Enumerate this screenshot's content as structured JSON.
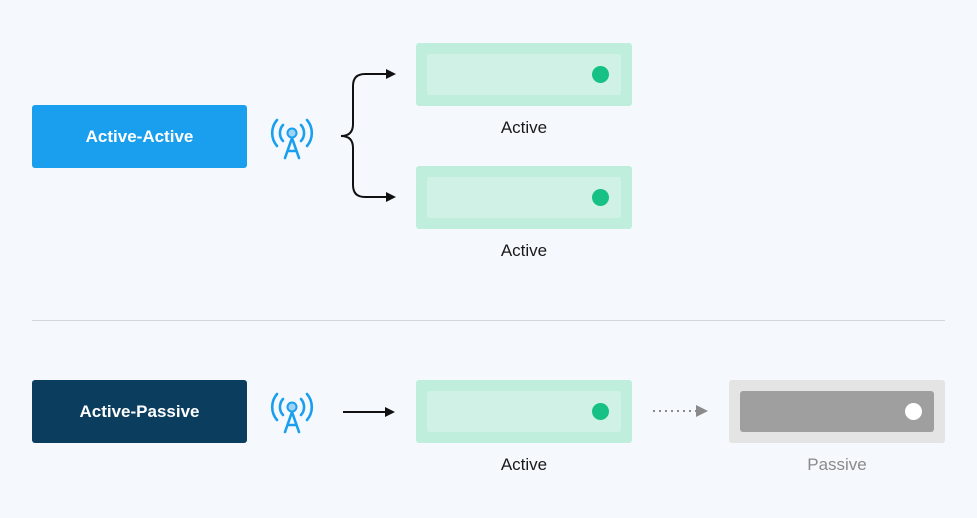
{
  "modes": {
    "active_active": {
      "label": "Active-Active",
      "color": "#1a9fee",
      "icon": "antenna-icon",
      "nodes": [
        {
          "status": "Active"
        },
        {
          "status": "Active"
        }
      ]
    },
    "active_passive": {
      "label": "Active-Passive",
      "color": "#0b3d5e",
      "icon": "antenna-icon",
      "nodes": [
        {
          "status": "Active"
        },
        {
          "status": "Passive"
        }
      ]
    }
  },
  "colors": {
    "background": "#f5f9fd",
    "active_node": "#bfeedd",
    "active_dot": "#17c185",
    "passive_node": "#e4e4e4",
    "passive_inner": "#9f9f9f",
    "antenna": "#1a9fee"
  }
}
